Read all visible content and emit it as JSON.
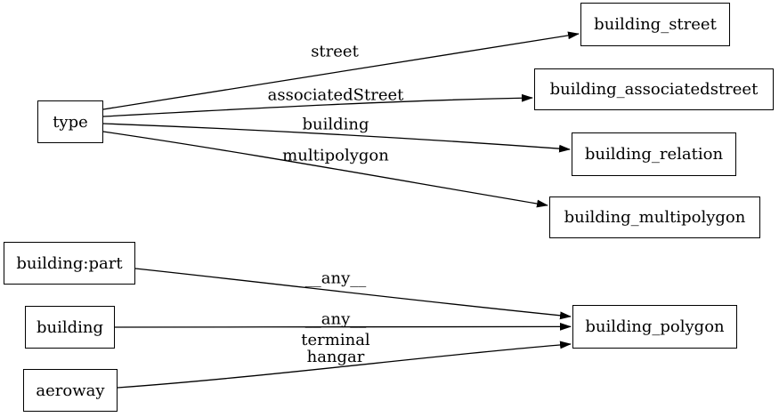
{
  "diagram": {
    "kind": "directed-graph",
    "colors": {
      "background": "#ffffff",
      "node_fill": "#ffffff",
      "node_border": "#000000",
      "edge_stroke": "#000000",
      "text": "#000000"
    },
    "nodes": {
      "type": {
        "label": "type"
      },
      "building_street": {
        "label": "building_street"
      },
      "building_associatedstreet": {
        "label": "building_associatedstreet"
      },
      "building_relation": {
        "label": "building_relation"
      },
      "building_multipolygon": {
        "label": "building_multipolygon"
      },
      "building_part": {
        "label": "building:part"
      },
      "building": {
        "label": "building"
      },
      "aeroway": {
        "label": "aeroway"
      },
      "building_polygon": {
        "label": "building_polygon"
      }
    },
    "edges": [
      {
        "from": "type",
        "to": "building_street",
        "label": "street"
      },
      {
        "from": "type",
        "to": "building_associatedstreet",
        "label": "associatedStreet"
      },
      {
        "from": "type",
        "to": "building_relation",
        "label": "building"
      },
      {
        "from": "type",
        "to": "building_multipolygon",
        "label": "multipolygon"
      },
      {
        "from": "building:part",
        "to": "building_polygon",
        "label": "__any__"
      },
      {
        "from": "building",
        "to": "building_polygon",
        "label": "__any__"
      },
      {
        "from": "aeroway",
        "to": "building_polygon",
        "label": "terminal\nhangar"
      }
    ]
  }
}
